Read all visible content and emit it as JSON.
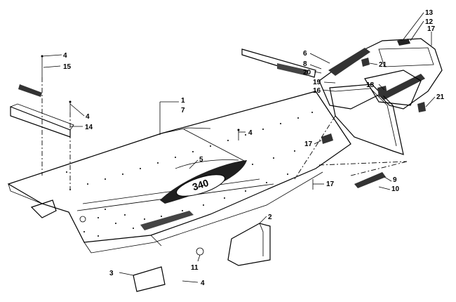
{
  "diagram": {
    "callouts": [
      "1",
      "7",
      "2",
      "3",
      "4",
      "4",
      "4",
      "4",
      "5",
      "6",
      "8",
      "9",
      "10",
      "11",
      "12",
      "13",
      "14",
      "15",
      "16",
      "17",
      "17",
      "17",
      "17",
      "18",
      "19",
      "20",
      "21",
      "21"
    ],
    "emblem_text": "340",
    "colors": {
      "ink": "#000000",
      "paper": "#ffffff",
      "panel": "#f4f4f4",
      "shade": "#2a2a2a"
    }
  }
}
